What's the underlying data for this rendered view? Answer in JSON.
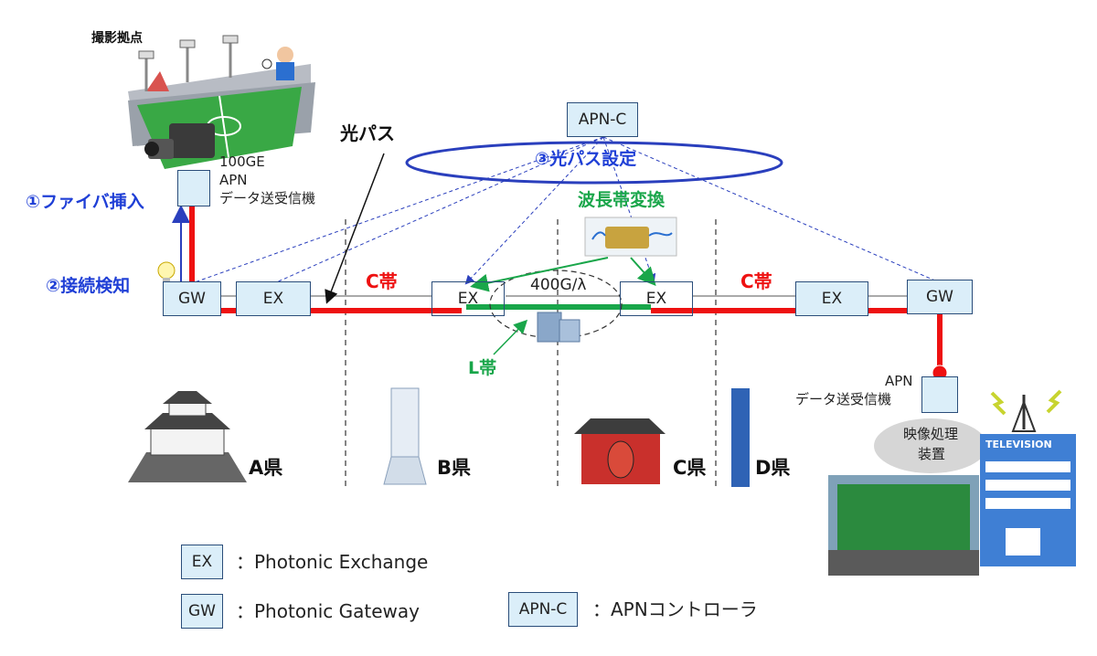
{
  "site": {
    "title": "撮影拠点"
  },
  "apn_c": {
    "label": "APN-C"
  },
  "boxes": {
    "gw": "GW",
    "ex": "EX"
  },
  "source": {
    "line1": "100GE",
    "line2": "APN",
    "line3": "データ送受信機"
  },
  "dest": {
    "line1": "APN",
    "line2": "データ送受信機"
  },
  "steps": {
    "fiber_insert": "①ファイバ挿入",
    "detect": "②接続検知",
    "path_setup": "③光パス設定"
  },
  "labels": {
    "optical_path": "光パス",
    "band_conversion": "波長帯変換",
    "c_band": "C帯",
    "l_band": "L帯",
    "wavelength": "400G/λ"
  },
  "prefectures": [
    "A県",
    "B県",
    "C県",
    "D県"
  ],
  "video_processing": {
    "line1": "映像処理",
    "line2": "装置"
  },
  "tv": {
    "sign": "TELEVISION"
  },
  "legend": [
    {
      "key": "EX",
      "text": "：Photonic Exchange"
    },
    {
      "key": "GW",
      "text": "：Photonic Gateway"
    },
    {
      "key": "APN-C",
      "text": "：APNコントローラ"
    }
  ],
  "colors": {
    "path_red": "#ee1111",
    "lband_green": "#19a64a",
    "step_blue": "#1f3fd6",
    "box_fill": "#dbeef9",
    "box_border": "#2a4d7a"
  }
}
